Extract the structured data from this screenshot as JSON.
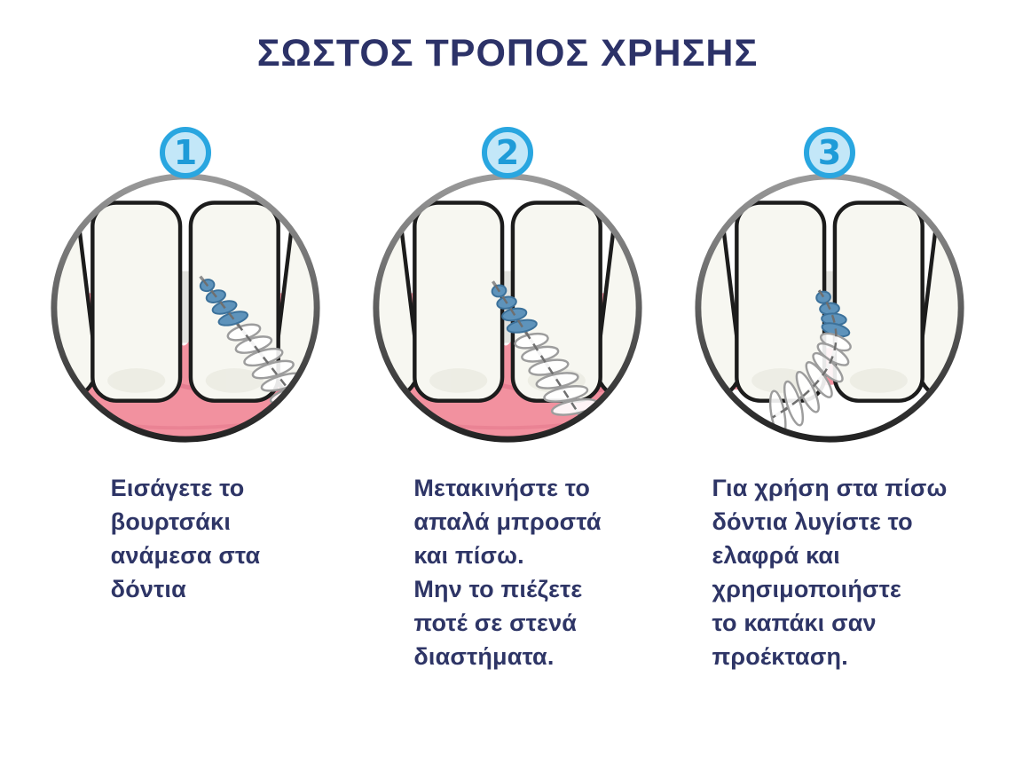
{
  "title": "ΣΩΣΤΟΣ ΤΡΟΠΟΣ ΧΡΗΣΗΣ",
  "steps": [
    {
      "number": "1",
      "caption": "Εισάγετε το\nβουρτσάκι\nανάμεσα στα\nδόντια",
      "illustration": "interdental-brush-inserted-between-front-teeth"
    },
    {
      "number": "2",
      "caption": "Μετακινήστε το\nαπαλά μπροστά\nκαι πίσω.\nΜην το πιέζετε\nποτέ σε στενά\nδιαστήματα.",
      "illustration": "interdental-brush-moved-through-gap"
    },
    {
      "number": "3",
      "caption": "Για χρήση στα πίσω\nδόντια λυγίστε το\nελαφρά και\nχρησιμοποιήστε\nτο καπάκι σαν\nπροέκταση.",
      "illustration": "interdental-brush-bent-for-back-teeth"
    }
  ],
  "colors": {
    "title": "#2c3268",
    "body_text": "#2e3566",
    "badge_ring": "#29a6e0",
    "badge_fill": "#c3e7f8",
    "badge_number": "#1e9bd8",
    "gum_pink": "#f2919f",
    "gum_shadow_pink": "#e5798e",
    "tooth_fill": "#f7f7f1",
    "tooth_outline": "#1c1c1c",
    "bristle_blue": "#5e93bb",
    "bristle_blue_outline": "#3c719a",
    "bristle_white": "#ffffff",
    "bristle_white_outline": "#9d9d9d",
    "wire_gray": "#8f8f8f",
    "circle_ring_top": "#9a9a9a",
    "circle_ring_bottom": "#232323",
    "background": "#ffffff"
  }
}
